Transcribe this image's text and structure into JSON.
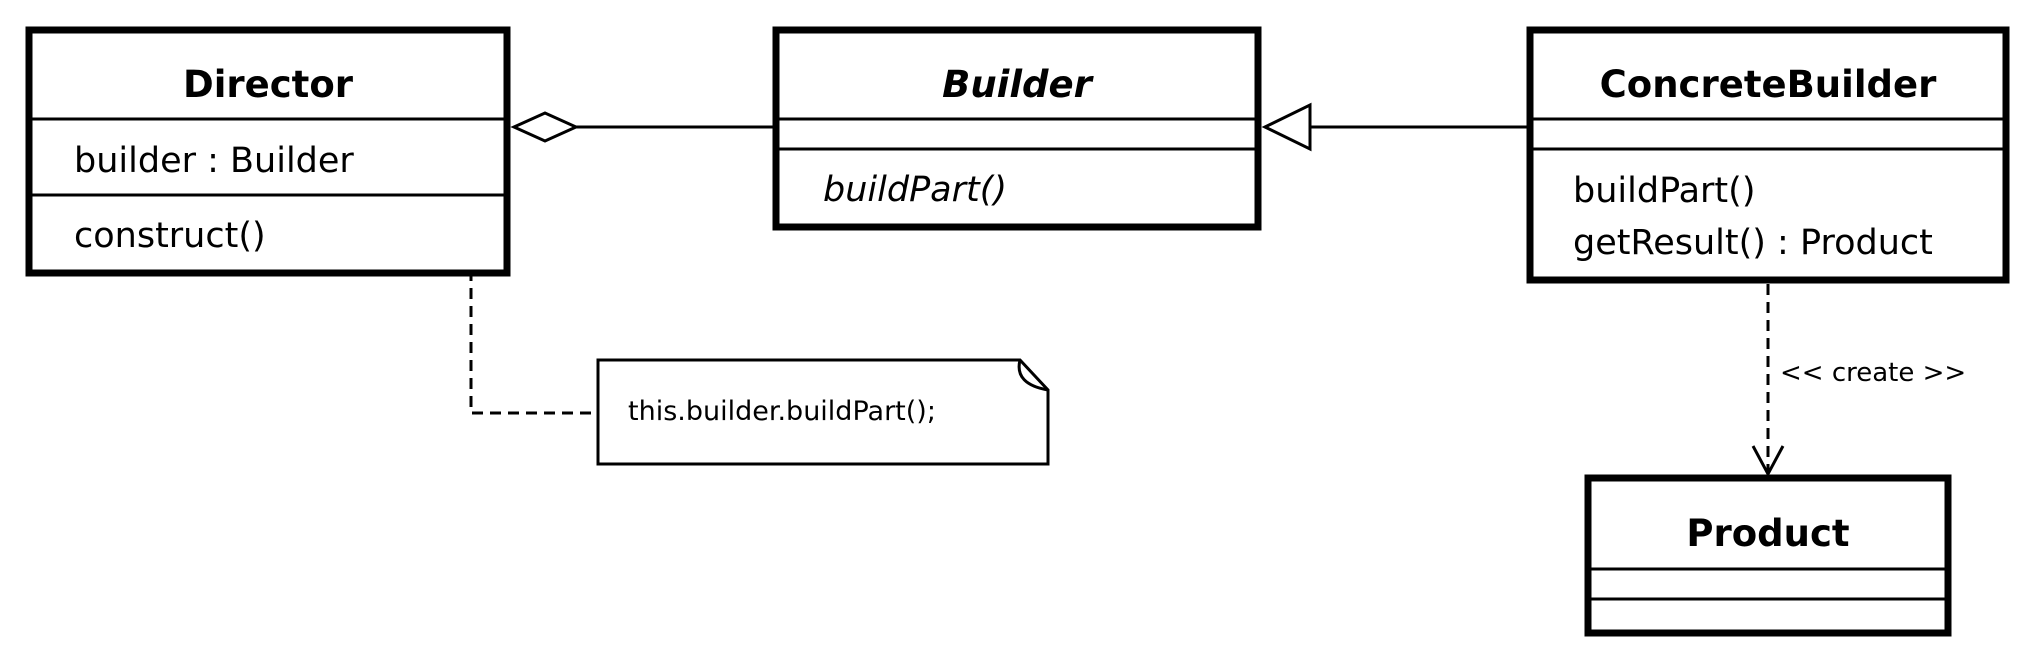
{
  "classes": {
    "director": {
      "name": "Director",
      "attributes": [
        "builder : Builder"
      ],
      "operations": [
        "construct()"
      ]
    },
    "builder": {
      "name": "Builder",
      "attributes": [],
      "operations": [
        "buildPart()"
      ]
    },
    "concrete_builder": {
      "name": "ConcreteBuilder",
      "attributes": [],
      "operations": [
        "buildPart()",
        "getResult() : Product"
      ]
    },
    "product": {
      "name": "Product",
      "attributes": [],
      "operations": []
    }
  },
  "note": {
    "text": "this.builder.buildPart();"
  },
  "relations": {
    "create_label": "<< create >>"
  }
}
